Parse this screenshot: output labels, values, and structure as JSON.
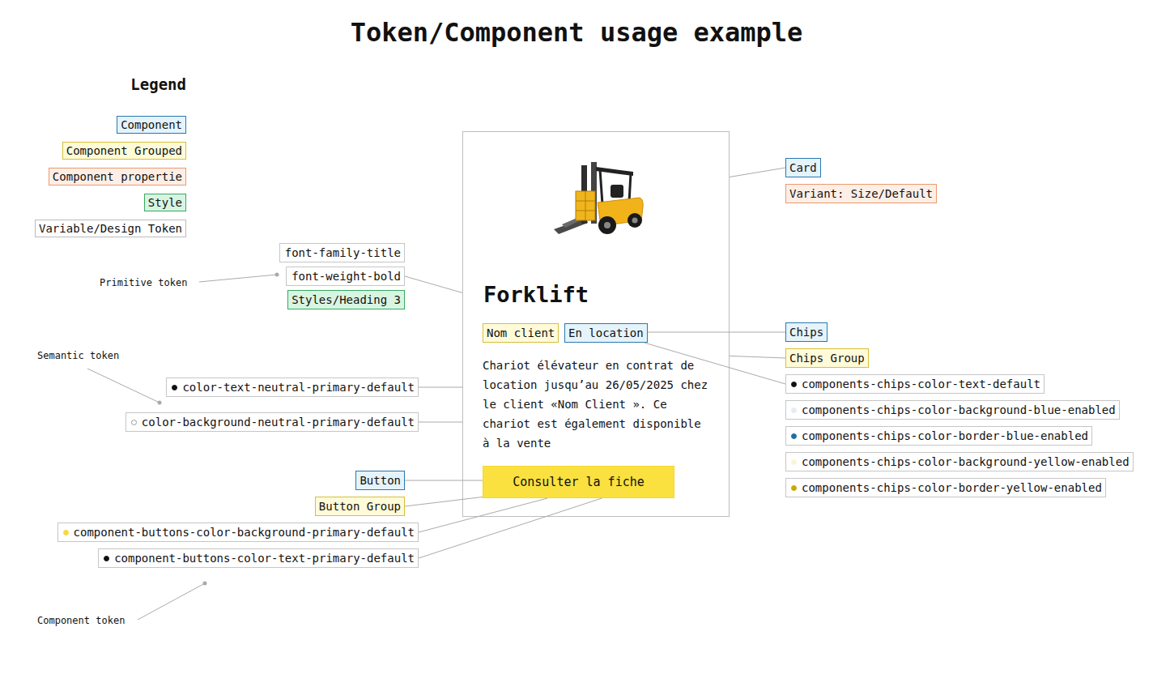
{
  "diagram": {
    "title": "Token/Component usage example",
    "nodes": [
      {
        "text": [
          "Forklift",
          "Chariot élévateur en contrat de location jusqu’au 26/05/2025 chez le client «Nom Client ». Ce chariot est également disponible à la vente"
        ]
      },
      {
        "text": [
          "Card"
        ]
      },
      {
        "text": [
          "Variant: Size/Default"
        ]
      },
      {
        "text": [
          "font-family-title"
        ]
      },
      {
        "text": [
          "font-weight-bold"
        ]
      },
      {
        "text": [
          "Styles/Heading 3"
        ]
      },
      {
        "text": [
          "Nom client"
        ],
        "in": 0
      },
      {
        "text": [
          "En location"
        ],
        "in": 0
      },
      {
        "text": [
          "Chips"
        ]
      },
      {
        "text": [
          "Chips Group"
        ]
      },
      {
        "text": [
          "color-text-neutral-primary-default"
        ]
      },
      {
        "text": [
          "components-chips-color-text-default"
        ]
      },
      {
        "text": [
          "color-background-neutral-primary-default"
        ]
      },
      {
        "text": [
          "components-chips-color-background-blue-enabled"
        ]
      },
      {
        "text": [
          "components-chips-color-border-blue-enabled"
        ]
      },
      {
        "text": [
          "components-chips-color-background-yellow-enabled"
        ]
      },
      {
        "text": [
          "Button"
        ]
      },
      {
        "text": [
          "Consulter la fiche"
        ],
        "in": 0
      },
      {
        "text": [
          "components-chips-color-border-yellow-enabled"
        ]
      },
      {
        "text": [
          "Button Group"
        ]
      },
      {
        "text": [
          "component-buttons-color-background-primary-default"
        ]
      },
      {
        "text": [
          "component-buttons-color-text-primary-default"
        ]
      }
    ],
    "edges": [
      {
        "from": 1,
        "to": 0,
        "arrow": "none"
      },
      {
        "from": 4,
        "to": 0,
        "arrow": "none"
      },
      {
        "from": 8,
        "to": 7,
        "arrow": "none"
      },
      {
        "from": 9,
        "to": 0,
        "arrow": "none"
      },
      {
        "from": 11,
        "to": 7,
        "arrow": "none"
      },
      {
        "from": 10,
        "to": 0,
        "arrow": "none"
      },
      {
        "from": 12,
        "to": 0,
        "arrow": "none"
      },
      {
        "from": 16,
        "to": 17,
        "arrow": "none"
      },
      {
        "from": 19,
        "to": 17,
        "arrow": "none"
      },
      {
        "from": 20,
        "to": 17,
        "arrow": "none"
      },
      {
        "from": 21,
        "to": 17,
        "arrow": "none"
      }
    ],
    "labels": [
      "Legend",
      "Primitive token",
      "Semantic token",
      "Component token"
    ],
    "legend": [
      {
        "text": "Component",
        "color": "#e5f3fb"
      },
      {
        "text": "Component Grouped",
        "color": "#fffbd9"
      },
      {
        "text": "Component propertie",
        "color": "#fdeee6"
      },
      {
        "text": "Style",
        "color": "#d8f5e2"
      },
      {
        "text": "Variable/Design Token",
        "color": "#ffffff"
      }
    ]
  }
}
